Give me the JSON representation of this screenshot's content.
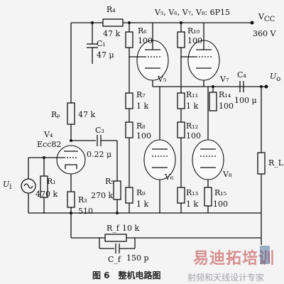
{
  "title_tubes": "V₅, V₆, V₇, V₈: 6P15",
  "supply": {
    "name": "V",
    "sub": "CC",
    "value": "360 V"
  },
  "output": {
    "name": "U",
    "sub": "o"
  },
  "input": {
    "name": "U",
    "sub": "i"
  },
  "caption": "图 6　整机电路图",
  "watermark": {
    "brand": "易迪拓培训",
    "tagline": "射频和天线设计专家"
  },
  "components": {
    "R4": {
      "name": "R₄",
      "value": "47 k"
    },
    "C1": {
      "name": "C₁",
      "value": "47 μ"
    },
    "R6": {
      "name": "R₆",
      "value": "100"
    },
    "R10": {
      "name": "R₁₀",
      "value": "100"
    },
    "V5": {
      "name": "V₅"
    },
    "V7": {
      "name": "V₇"
    },
    "C4": {
      "name": "C₄",
      "value": "100 μ"
    },
    "R7": {
      "name": "R₇",
      "value": "1 k"
    },
    "R11": {
      "name": "R₁₁",
      "value": "1 k"
    },
    "R14": {
      "name": "R₁₄",
      "value": "100"
    },
    "Rp": {
      "name": "Rₚ",
      "value": "47 k"
    },
    "V4": {
      "name": "V₄",
      "type": "Ecc82"
    },
    "C3": {
      "name": "C₃",
      "value": "0.22 μ"
    },
    "R8": {
      "name": "R₈",
      "value": "100"
    },
    "R12": {
      "name": "R₁₂",
      "value": "100"
    },
    "R1": {
      "name": "R₁",
      "value": "470 k"
    },
    "R3": {
      "name": "R₃",
      "value": "510"
    },
    "R5": {
      "name": "R₅",
      "value": "270 k"
    },
    "V6": {
      "name": "V₆"
    },
    "V8": {
      "name": "V₈"
    },
    "RL": {
      "name": "R_L"
    },
    "R9": {
      "name": "R₉",
      "value": "1 k"
    },
    "R13": {
      "name": "R₁₃",
      "value": "1 k"
    },
    "R15": {
      "name": "R₁₅",
      "value": "100"
    },
    "Rf": {
      "name": "R_f",
      "value": "10 k"
    },
    "Cf": {
      "name": "C_f",
      "value": "150 p"
    }
  }
}
